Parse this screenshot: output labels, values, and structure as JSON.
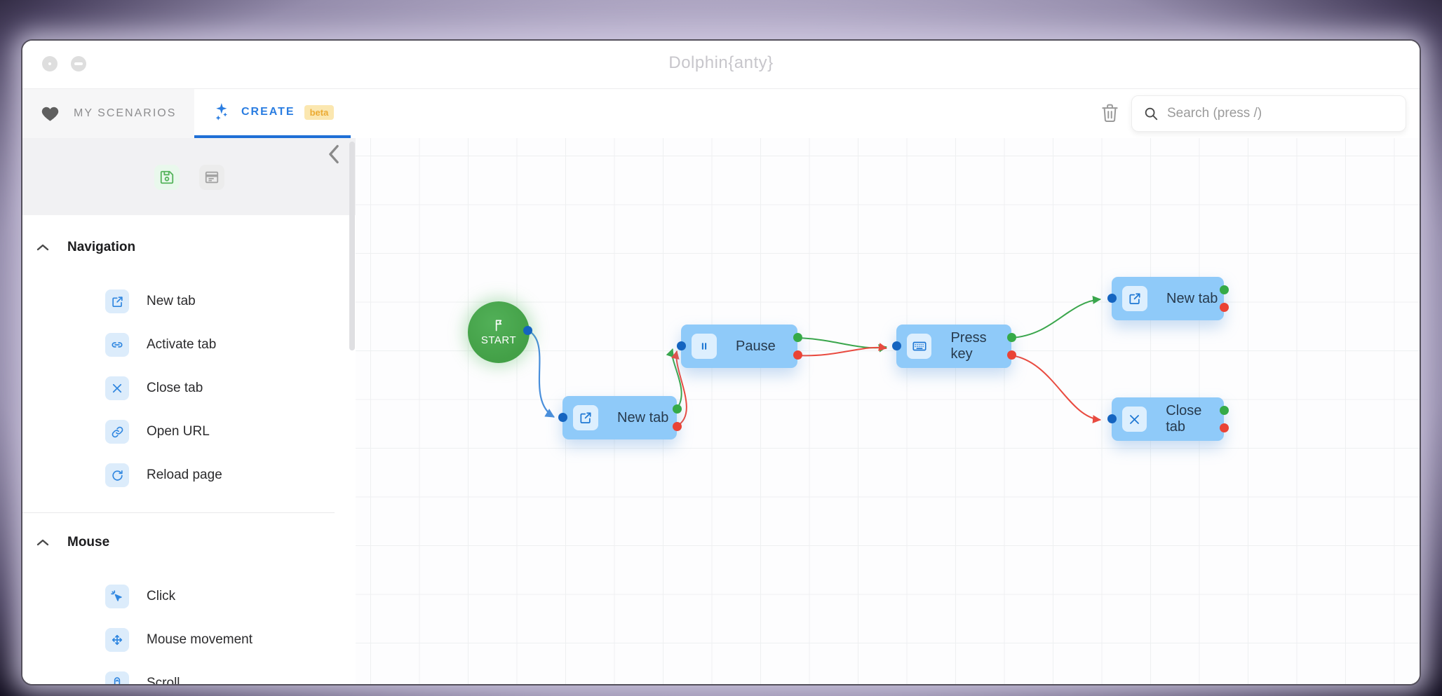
{
  "window": {
    "title": "Dolphin{anty}",
    "controls": {
      "button1": "dot-button",
      "button2": "minimize-button"
    }
  },
  "tabs": {
    "my_scenarios": "MY SCENARIOS",
    "create": "CREATE",
    "beta_badge": "beta"
  },
  "toolbar": {
    "search_placeholder": "Search (press /)"
  },
  "sidebar": {
    "sections": [
      {
        "title": "Navigation",
        "items": [
          {
            "label": "New tab",
            "icon": "open-in-new-icon"
          },
          {
            "label": "Activate tab",
            "icon": "link-horizontal-icon"
          },
          {
            "label": "Close tab",
            "icon": "close-icon"
          },
          {
            "label": "Open URL",
            "icon": "link-icon"
          },
          {
            "label": "Reload page",
            "icon": "reload-icon"
          }
        ]
      },
      {
        "title": "Mouse",
        "items": [
          {
            "label": "Click",
            "icon": "cursor-click-icon"
          },
          {
            "label": "Mouse movement",
            "icon": "move-arrows-icon"
          },
          {
            "label": "Scroll",
            "icon": "mouse-scroll-icon"
          }
        ]
      }
    ]
  },
  "canvas": {
    "start": {
      "label": "START",
      "icon": "flag-icon"
    },
    "nodes": [
      {
        "label": "New tab",
        "icon": "open-in-new-icon"
      },
      {
        "label": "Pause",
        "icon": "pause-icon"
      },
      {
        "label": "Press key",
        "icon": "keyboard-icon"
      },
      {
        "label": "New tab",
        "icon": "open-in-new-icon"
      },
      {
        "label": "Close tab",
        "icon": "close-icon"
      }
    ]
  },
  "icons": {
    "heart-icon": "filled heart",
    "sparkles-icon": "four-point star with small sparkles",
    "trash-icon": "outline trash can",
    "search-icon": "magnifier",
    "save-icon": "green floppy disk",
    "panel-icon": "window with header bar",
    "collapse-left-icon": "chevron left",
    "section-chevron": "chevron up"
  },
  "colors": {
    "accent_blue": "#2a7de1",
    "underline_blue": "#1f6fd6",
    "node_fill": "#8fcaf9",
    "start_green": "#43a047",
    "edge_blue": "#4a8fdb",
    "edge_green": "#3aa64c",
    "edge_red": "#e94b40",
    "port_blue": "#1464c0",
    "port_green": "#35aa47",
    "port_red": "#ea4335",
    "beta_bg": "#fbe7b0"
  }
}
